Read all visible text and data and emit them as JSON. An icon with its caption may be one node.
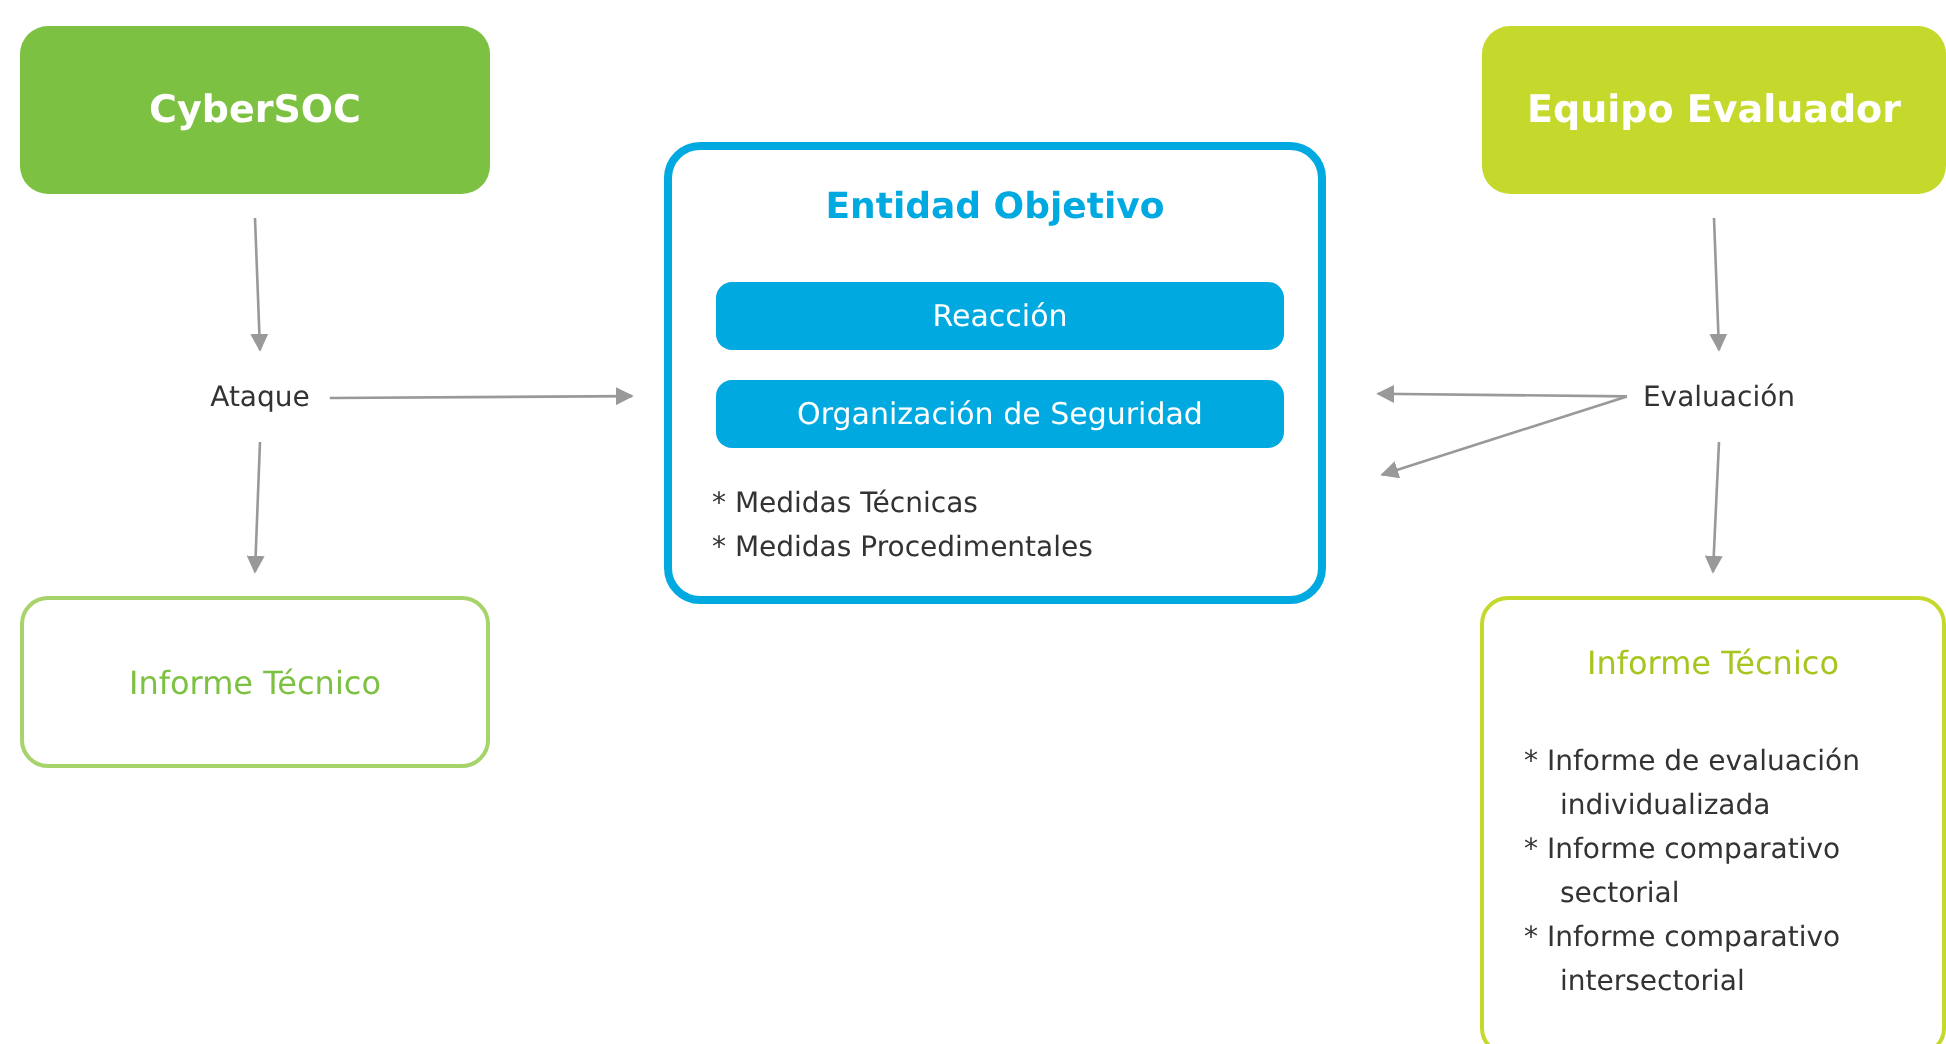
{
  "diagram": {
    "nodes": [
      {
        "text": [
          "CyberSOC"
        ]
      },
      {
        "text": [
          "Ataque"
        ]
      },
      {
        "text": [
          "Informe Técnico"
        ]
      },
      {
        "text": [
          "Entidad Objetivo",
          "* Medidas Técnicas",
          "* Medidas Procedimentales"
        ]
      },
      {
        "text": [
          "Reacción"
        ],
        "in": 3
      },
      {
        "text": [
          "Organización de Seguridad"
        ],
        "in": 3
      },
      {
        "text": [
          "Equipo Evaluador"
        ]
      },
      {
        "text": [
          "Evaluación"
        ]
      },
      {
        "text": [
          "Informe Técnico",
          "* Informe de evaluación individualizada",
          "* Informe comparativo sectorial",
          "* Informe comparativo intersectorial"
        ]
      }
    ],
    "edges": [
      {
        "from": 0,
        "to": 1,
        "arrow": "to"
      },
      {
        "from": 1,
        "to": 2,
        "arrow": "to"
      },
      {
        "from": 1,
        "to": 3,
        "arrow": "to"
      },
      {
        "from": 6,
        "to": 7,
        "arrow": "to"
      },
      {
        "from": 7,
        "to": 8,
        "arrow": "to"
      },
      {
        "from": 7,
        "to": 3,
        "arrow": "to"
      },
      {
        "from": 7,
        "to": 3,
        "arrow": "to"
      }
    ]
  }
}
